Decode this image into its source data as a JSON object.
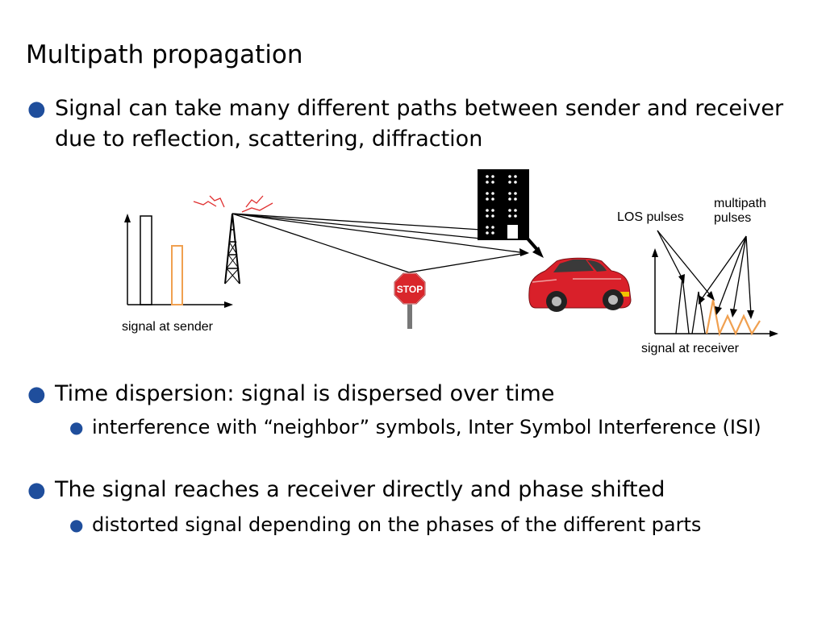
{
  "slide": {
    "title": "Multipath propagation",
    "bullets": [
      {
        "text": "Signal can take many different paths between sender and receiver due to reflection, scattering, diffraction"
      },
      {
        "text": "Time dispersion: signal is dispersed over time"
      },
      {
        "text": "The signal reaches a receiver directly and phase shifted"
      }
    ],
    "subbullets": [
      {
        "text": "interference with “neighbor” symbols, Inter Symbol Interference (ISI)"
      },
      {
        "text": "distorted signal depending on the phases of the different parts"
      }
    ]
  },
  "diagram": {
    "label_sender": "signal at sender",
    "label_receiver": "signal at receiver",
    "label_los": "LOS pulses",
    "label_multipath_1": "multipath",
    "label_multipath_2": "pulses",
    "stop_sign_text": "STOP",
    "colors": {
      "pulse_orange": "#f0a050",
      "stop_red": "#d9262b",
      "car_red": "#d9202a",
      "bullet_blue": "#1f4e9c",
      "antenna_red": "#e03030"
    }
  }
}
